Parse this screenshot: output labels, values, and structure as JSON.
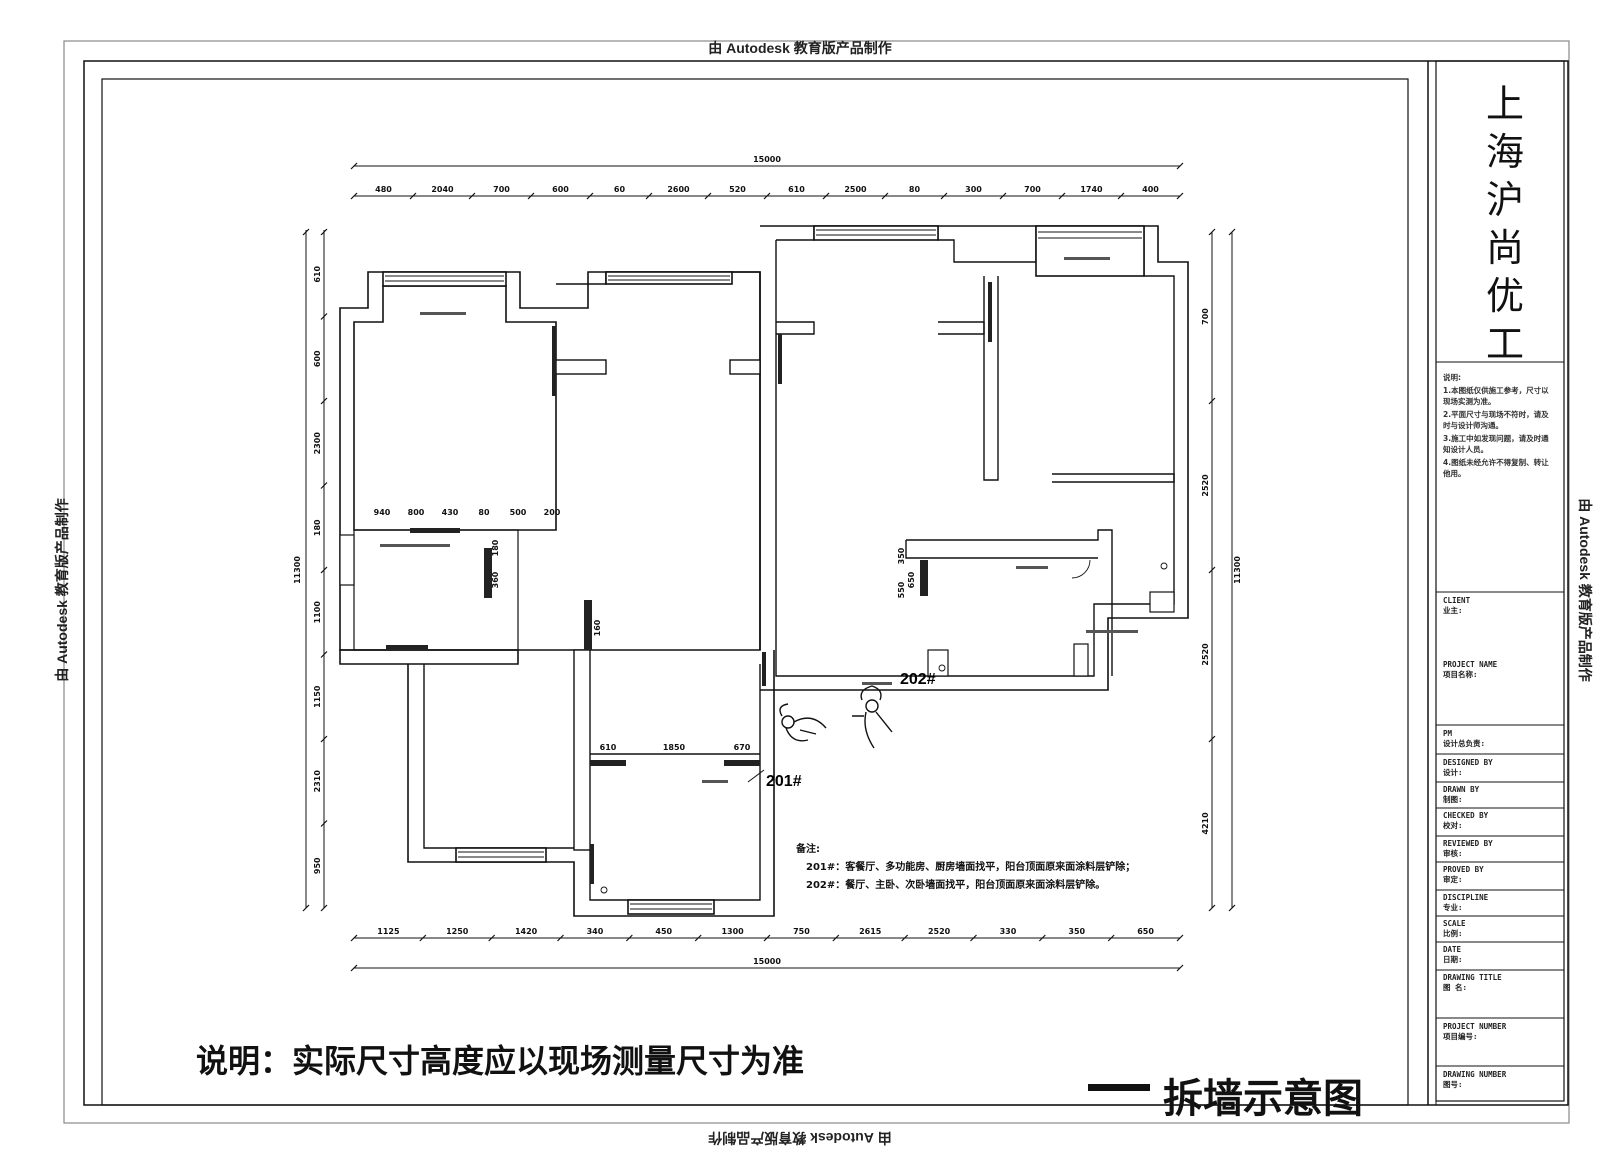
{
  "watermark": "由 Autodesk 教育版产品制作",
  "company": [
    "上",
    "海",
    "沪",
    "尚",
    "优",
    "工"
  ],
  "notes": {
    "title": "说明:",
    "items": [
      "1.本图纸仅供施工参考，尺寸以现场实测为准。",
      "2.平面尺寸与现场不符时，请及时与设计师沟通。",
      "3.施工中如发现问题，请及时通知设计人员。",
      "4.图纸未经允许不得复制、转让他用。"
    ]
  },
  "title_block": {
    "client": [
      "CLIENT",
      "业主:"
    ],
    "project_name": [
      "PROJECT NAME",
      "项目名称:"
    ],
    "pm": [
      "PM",
      "设计总负责:"
    ],
    "designed_by": [
      "DESIGNED BY",
      "设计:"
    ],
    "drawn_by": [
      "DRAWN BY",
      "制图:"
    ],
    "checked_by": [
      "CHECKED BY",
      "校对:"
    ],
    "reviewed_by": [
      "REVIEWED BY",
      "审核:"
    ],
    "proved_by": [
      "PROVED BY",
      "审定:"
    ],
    "discipline": [
      "DISCIPLINE",
      "专业:"
    ],
    "scale": [
      "SCALE",
      "比例:"
    ],
    "date": [
      "DATE",
      "日期:"
    ],
    "drawing_title": [
      "DRAWING TITLE",
      "图 名:"
    ],
    "project_number": [
      "PROJECT NUMBER",
      "项目编号:"
    ],
    "drawing_number": [
      "DRAWING NUMBER",
      "图号:"
    ]
  },
  "dims": {
    "top_total": "15000",
    "top": [
      "480",
      "2040",
      "700",
      "600",
      "60",
      "2600",
      "520",
      "610",
      "2500",
      "80",
      "300",
      "700",
      "1740",
      "400"
    ],
    "bottom": [
      "1125",
      "1250",
      "1420",
      "340",
      "450",
      "1300",
      "750",
      "2615",
      "2520",
      "330",
      "350",
      "650"
    ],
    "bottom_total": "15000",
    "left": [
      "610",
      "600",
      "2300",
      "180",
      "1100",
      "1150",
      "2310",
      "950"
    ],
    "left_total": "11300",
    "right": [
      "700",
      "2520",
      "2520",
      "4210"
    ],
    "right_total": "11300",
    "inner_a": [
      "940",
      "800",
      "430",
      "80",
      "500",
      "200"
    ],
    "inner_b": [
      "610",
      "1850",
      "670"
    ],
    "inner_v": [
      "180",
      "360",
      "160",
      "350",
      "550",
      "650"
    ]
  },
  "tags": [
    "202#",
    "201#"
  ],
  "remarks": {
    "title": "备注:",
    "lines": [
      "201#：客餐厅、多功能房、厨房墙面找平，阳台顶面原来面涂料层铲除；",
      "202#：餐厅、主卧、次卧墙面找平，阳台顶面原来面涂料层铲除。"
    ]
  },
  "footnote": "说明：实际尺寸高度应以现场测量尺寸为准",
  "drawing_title": "拆墙示意图"
}
